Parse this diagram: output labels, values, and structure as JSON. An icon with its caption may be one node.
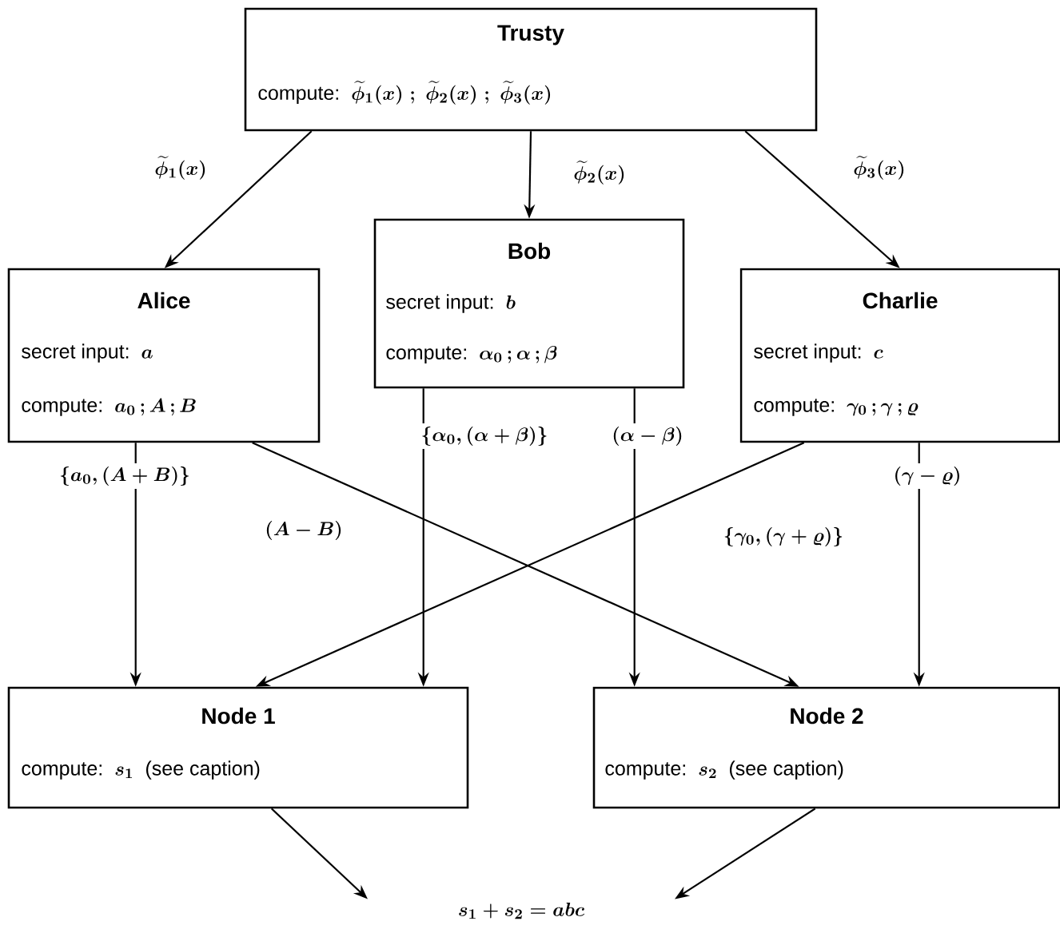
{
  "diagram": {
    "nodes": [
      {
        "text": [
          "Trusty",
          "compute:",
          "\\widetilde{\\phi}_{1}(x)\\;;\\;\\widetilde{\\phi}_{2}(x)\\;;\\;\\widetilde{\\phi}_{3}(x)"
        ]
      },
      {
        "text": [
          "Alice",
          "secret input:",
          "a",
          "compute:",
          "a_0\\,;A\\,;B"
        ]
      },
      {
        "text": [
          "Bob",
          "secret input:",
          "b",
          "compute:",
          "\\alpha_0\\,;\\alpha\\,;\\beta"
        ]
      },
      {
        "text": [
          "Charlie",
          "secret input:",
          "c",
          "compute:",
          "\\gamma_0\\,;\\gamma\\,;\\varrho"
        ]
      },
      {
        "text": [
          "Node 1",
          "compute:",
          "s_1",
          "(see caption)"
        ]
      },
      {
        "text": [
          "Node 2",
          "compute:",
          "s_2",
          "(see caption)"
        ]
      },
      {
        "text": [
          "s_1+s_2=abc"
        ]
      }
    ],
    "edges": [
      {
        "from": 0,
        "to": 1,
        "arrow": "to",
        "label": "\\widetilde{\\phi}_{1}(x)"
      },
      {
        "from": 0,
        "to": 2,
        "arrow": "to",
        "label": "\\widetilde{\\phi}_{2}(x)"
      },
      {
        "from": 0,
        "to": 3,
        "arrow": "to",
        "label": "\\widetilde{\\phi}_{3}(x)"
      },
      {
        "from": 1,
        "to": 4,
        "arrow": "to",
        "label": "\\{a_0,(A+B)\\}"
      },
      {
        "from": 1,
        "to": 5,
        "arrow": "to",
        "label": "(A-B)"
      },
      {
        "from": 2,
        "to": 4,
        "arrow": "to",
        "label": "\\{\\alpha_0,(\\alpha+\\beta)\\}"
      },
      {
        "from": 2,
        "to": 5,
        "arrow": "to",
        "label": "(\\alpha-\\beta)"
      },
      {
        "from": 3,
        "to": 4,
        "arrow": "to",
        "label": "\\{\\gamma_0,(\\gamma+\\varrho)\\}"
      },
      {
        "from": 3,
        "to": 5,
        "arrow": "to",
        "label": "(\\gamma-\\varrho)"
      },
      {
        "from": 4,
        "to": 6,
        "arrow": "to"
      },
      {
        "from": 5,
        "to": 6,
        "arrow": "to"
      }
    ]
  }
}
